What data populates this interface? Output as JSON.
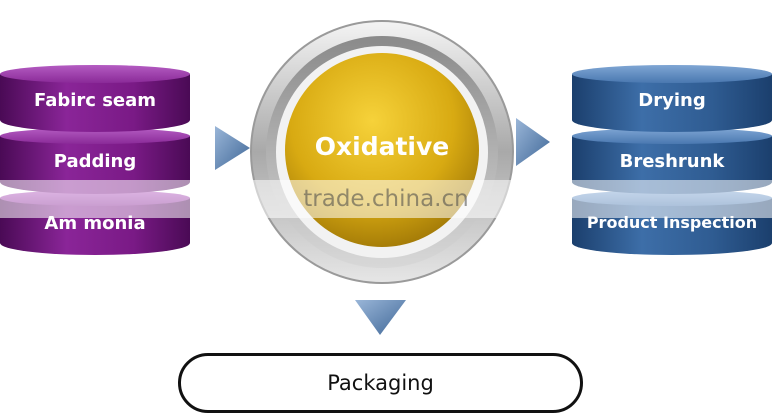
{
  "center": {
    "label": "Oxidative"
  },
  "left_stack": {
    "items": [
      {
        "label": "Fabirc seam"
      },
      {
        "label": "Padding"
      },
      {
        "label": "Am monia"
      }
    ]
  },
  "right_stack": {
    "items": [
      {
        "label": "Drying"
      },
      {
        "label": "Breshrunk"
      },
      {
        "label": "Product Inspection"
      }
    ]
  },
  "output": {
    "label": "Packaging"
  },
  "watermark": {
    "text": "trade.china.cn"
  },
  "colors": {
    "left_disk": "#7a1a86",
    "right_disk": "#2f5c92",
    "center_gold": "#d8aa12",
    "arrow": "#5a7fb0",
    "ring_silver": "#b4b4b4"
  }
}
